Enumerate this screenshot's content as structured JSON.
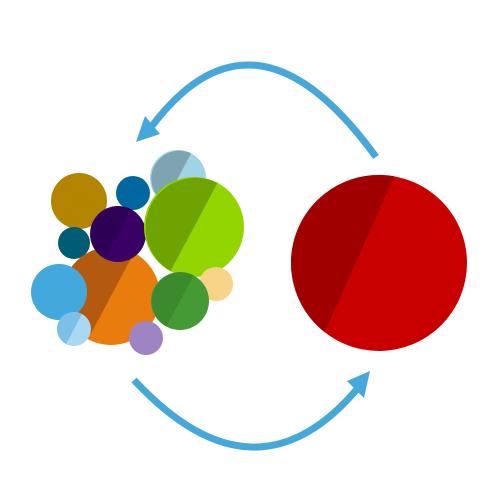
{
  "illustration": {
    "cluster": [
      {
        "name": "mustard-circle",
        "color": "#b38400",
        "shade": "#b38400"
      },
      {
        "name": "small-blue-circle",
        "color": "#00689e",
        "shade": "#00689e"
      },
      {
        "name": "gray-blue-circle",
        "color": "#9fd4e6",
        "shade": "#7fa3b0"
      },
      {
        "name": "dark-teal-circle",
        "color": "#005b75",
        "shade": "#005b75"
      },
      {
        "name": "orange-circle",
        "color": "#e87c0c",
        "shade": "#b35a10"
      },
      {
        "name": "purple-circle",
        "color": "#3a0066",
        "shade": "#2d0055"
      },
      {
        "name": "lime-circle",
        "color": "#93d500",
        "shade": "#6fa300"
      },
      {
        "name": "pale-yellow-circle",
        "color": "#f7d488",
        "shade": "#f7d488"
      },
      {
        "name": "green-circle",
        "color": "#459a35",
        "shade": "#3c8a2e"
      },
      {
        "name": "sky-blue-circle",
        "color": "#43a9dc",
        "shade": "#43a9dc"
      },
      {
        "name": "light-blue-circle",
        "color": "#a8d8f4",
        "shade": "#7cc0e8"
      },
      {
        "name": "lavender-circle",
        "color": "#9f84c4",
        "shade": "#9f84c4"
      }
    ],
    "merged": {
      "color": "#c80000",
      "shade": "#a10000"
    },
    "arrow_color": "#45a7da"
  }
}
